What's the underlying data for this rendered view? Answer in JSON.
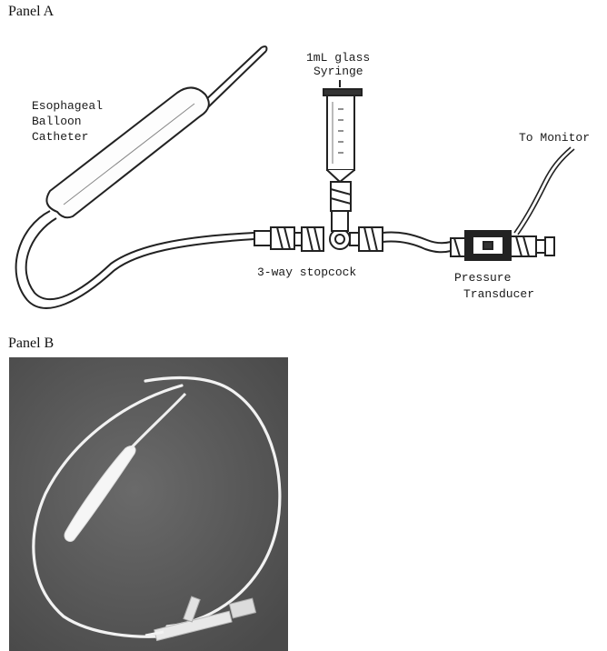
{
  "panels": {
    "a": {
      "label": "Panel A",
      "labels": {
        "syringe_line1": "1mL glass",
        "syringe_line2": "Syringe",
        "catheter_line1": "Esophageal",
        "catheter_line2": "Balloon",
        "catheter_line3": "Catheter",
        "monitor": "To Monitor",
        "stopcock": "3-way stopcock",
        "transducer_line1": "Pressure",
        "transducer_line2": "Transducer"
      }
    },
    "b": {
      "label": "Panel B"
    }
  }
}
